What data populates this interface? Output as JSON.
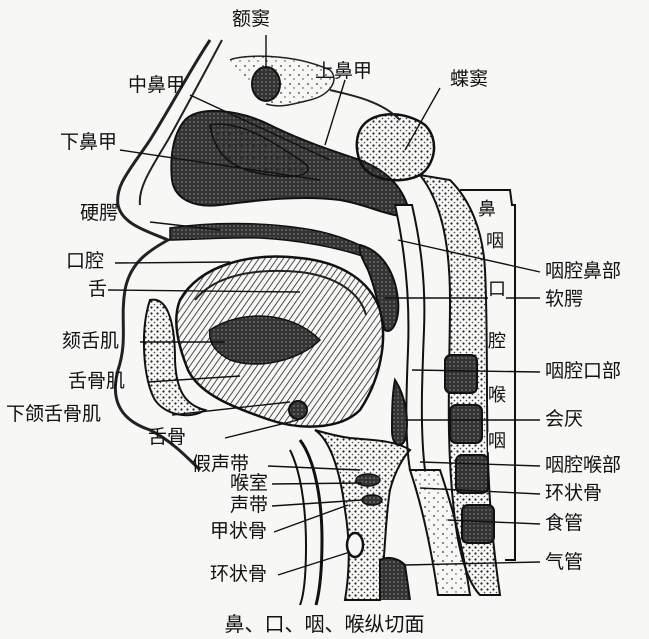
{
  "labels": {
    "frontal_sinus": "额窦",
    "middle_turbinate": "中鼻甲",
    "superior_turbinate": "上鼻甲",
    "sphenoid_sinus": "蝶窦",
    "inferior_turbinate": "下鼻甲",
    "hard_palate": "硬腭",
    "oral_cavity": "口腔",
    "tongue": "舌",
    "genioglossus": "颏舌肌",
    "hyoglossus": "舌骨肌",
    "mylohyoid": "下颌舌骨肌",
    "hyoid": "舌骨",
    "false_vocal_cord": "假声带",
    "laryngeal_ventricle": "喉室",
    "vocal_cord": "声带",
    "thyroid_cartilage": "甲状骨",
    "cricoid_left": "环状骨",
    "nasopharynx": "咽腔鼻部",
    "soft_palate": "软腭",
    "oropharynx": "咽腔口部",
    "epiglottis": "会厌",
    "laryngopharynx": "咽腔喉部",
    "cricoid_right": "环状骨",
    "esophagus": "食管",
    "trachea": "气管"
  },
  "region_column": [
    "鼻",
    "咽",
    "口",
    "腔",
    "喉",
    "咽"
  ],
  "caption": "鼻、口、咽、喉纵切面"
}
